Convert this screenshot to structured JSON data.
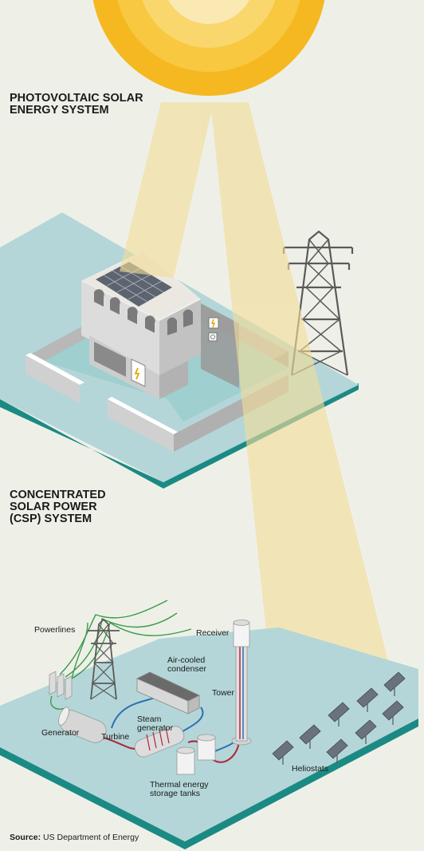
{
  "pv_title": [
    "PHOTOVOLTAIC SOLAR",
    "ENERGY SYSTEM"
  ],
  "csp_title": [
    "CONCENTRATED",
    "SOLAR POWER",
    "(CSP) SYSTEM"
  ],
  "labels": {
    "powerlines": "Powerlines",
    "receiver": "Receiver",
    "air_cooled_condenser": [
      "Air-cooled",
      "condenser"
    ],
    "tower": "Tower",
    "generator": "Generator",
    "turbine": "Turbine",
    "steam_generator": [
      "Steam",
      "generator"
    ],
    "thermal_storage": [
      "Thermal energy",
      "storage tanks"
    ],
    "heliostats": "Heliostats"
  },
  "source": {
    "prefix": "Source:",
    "text": " US Department of Energy"
  },
  "colors": {
    "background": "#eef0e8",
    "sun_outer": "#f5b820",
    "sun_inner": "#fbe9b4",
    "sunbeam": "#f2dd9a",
    "ground": "#b4d6d8",
    "ground_edge": "#1c8a84",
    "building": "#e6e6e6",
    "walls": "#c4c4c4",
    "panels": "#5c6470",
    "hot_pipe": "#b0263a",
    "cold_pipe": "#2e6fb5",
    "power_line": "#3a9a4a"
  },
  "icons": [
    "sun-icon",
    "transmission-tower-icon",
    "solar-panel-icon",
    "electric-meter-icon",
    "heliostat-icon"
  ]
}
